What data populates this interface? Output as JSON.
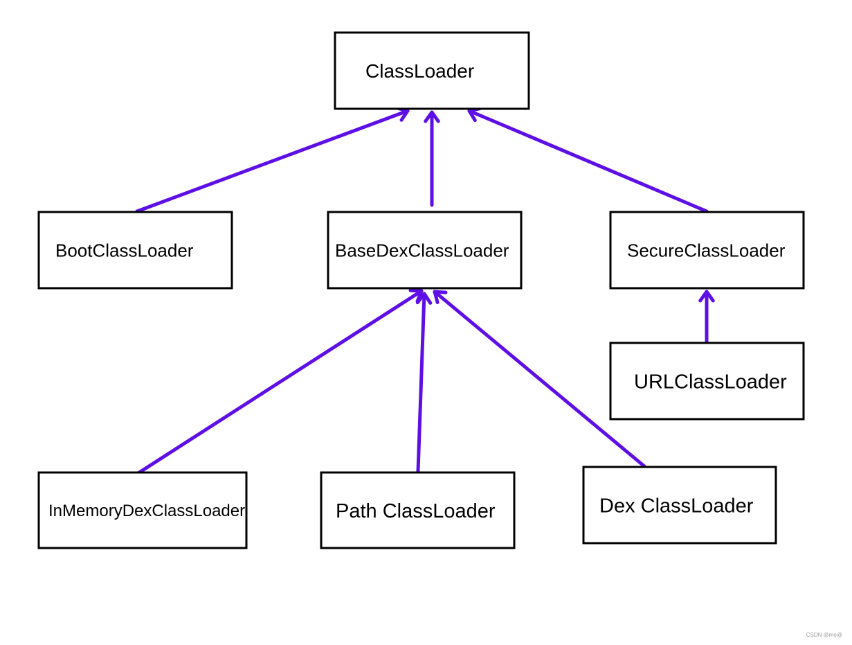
{
  "colors": {
    "arrow": "#5d0fe6",
    "box_stroke": "#000000",
    "text": "#000000",
    "background": "#ffffff",
    "watermark": "#9a9a9a"
  },
  "nodes": [
    {
      "id": "classloader",
      "label": "ClassLoader"
    },
    {
      "id": "bootclassloader",
      "label": "BootClassLoader"
    },
    {
      "id": "basedexclassloader",
      "label": "BaseDexClassLoader"
    },
    {
      "id": "secureclassloader",
      "label": "SecureClassLoader"
    },
    {
      "id": "urlclassloader",
      "label": "URLClassLoader"
    },
    {
      "id": "inmemorydexclassloader",
      "label": "InMemoryDexClassLoader"
    },
    {
      "id": "pathclassloader",
      "label": "Path ClassLoader"
    },
    {
      "id": "dexclassloader",
      "label": "Dex ClassLoader"
    }
  ],
  "edges": [
    {
      "from": "bootclassloader",
      "to": "classloader"
    },
    {
      "from": "basedexclassloader",
      "to": "classloader"
    },
    {
      "from": "secureclassloader",
      "to": "classloader"
    },
    {
      "from": "urlclassloader",
      "to": "secureclassloader"
    },
    {
      "from": "inmemorydexclassloader",
      "to": "basedexclassloader"
    },
    {
      "from": "pathclassloader",
      "to": "basedexclassloader"
    },
    {
      "from": "dexclassloader",
      "to": "basedexclassloader"
    }
  ],
  "watermark": "CSDN @mo@"
}
